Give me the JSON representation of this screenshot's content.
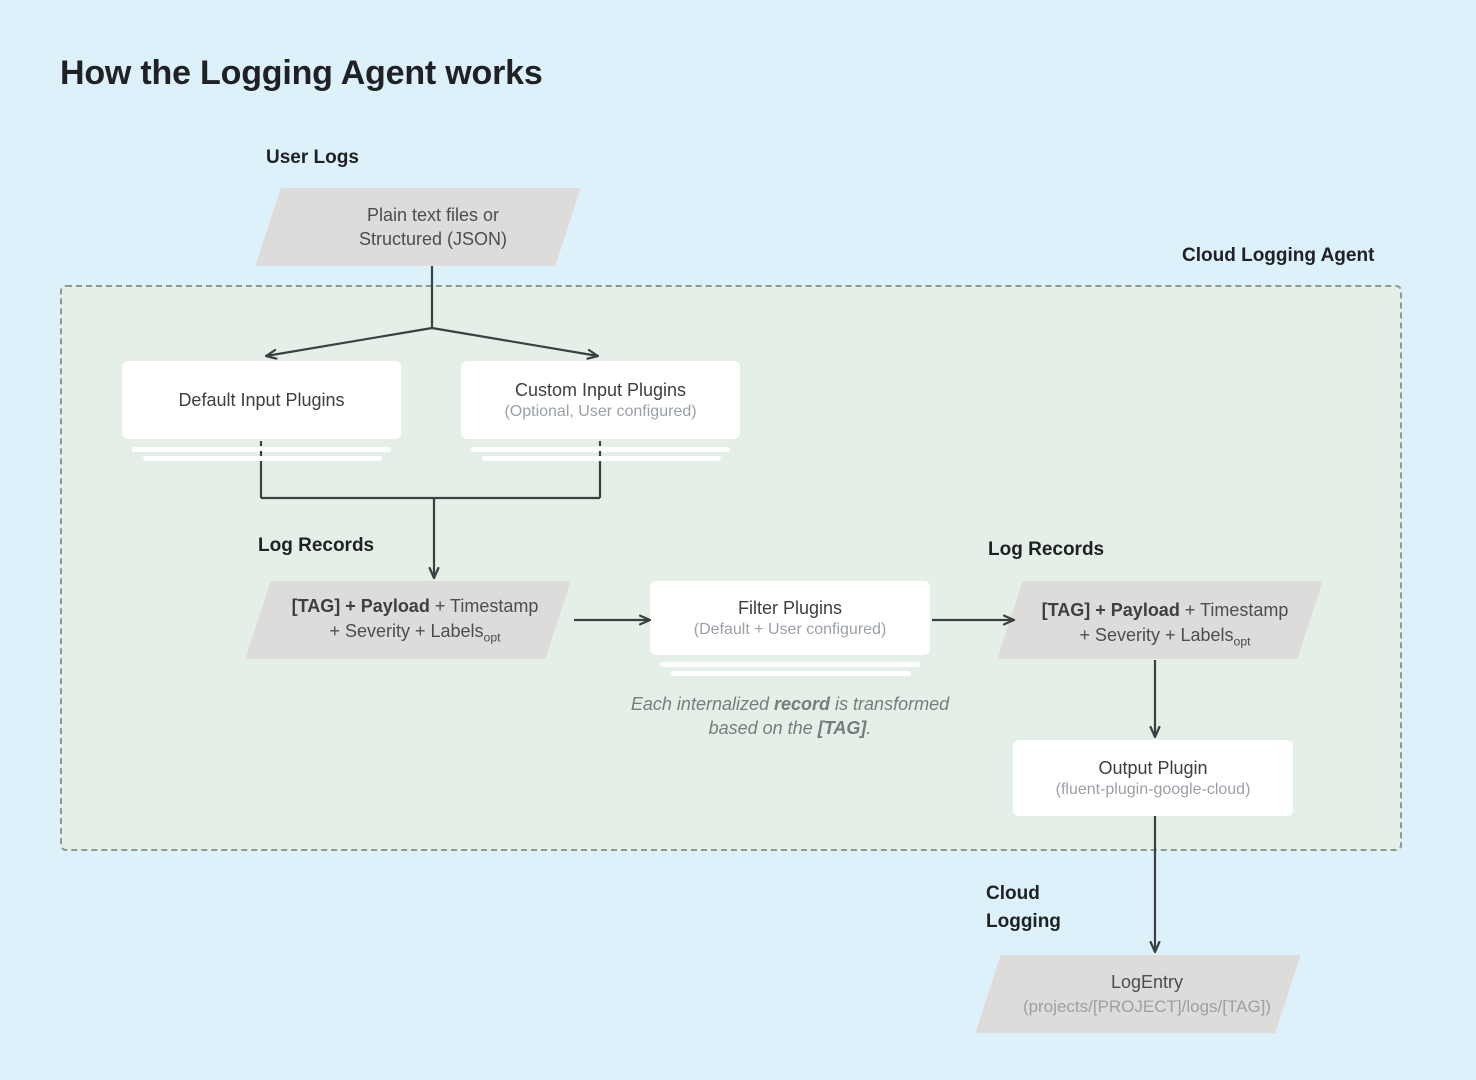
{
  "page": {
    "title": "How the Logging Agent works",
    "background_color": "#ddf1fb",
    "panel_color": "#e3efe7",
    "parallelogram_color": "#dedcdb",
    "card_color": "#ffffff",
    "stroke_color": "#3c4043"
  },
  "captions": {
    "user_logs": "User Logs",
    "cloud_logging_agent": "Cloud Logging Agent",
    "log_records_left": "Log Records",
    "log_records_right": "Log Records",
    "cloud_logging": "Cloud\nLogging"
  },
  "nodes": {
    "user_logs_source": {
      "line1": "Plain text files or",
      "line2": "Structured (JSON)"
    },
    "default_input_plugins": {
      "title": "Default Input Plugins",
      "subtitle": ""
    },
    "custom_input_plugins": {
      "title": "Custom Input Plugins",
      "subtitle": "(Optional, User configured)"
    },
    "log_record_left": {
      "bold": "[TAG] + Payload",
      "rest_line1": " + Timestamp",
      "line2_pre": "+ Severity + Labels",
      "line2_sub": "opt"
    },
    "filter_plugins": {
      "title": "Filter Plugins",
      "subtitle": "(Default + User configured)"
    },
    "log_record_right": {
      "bold": "[TAG] + Payload",
      "rest_line1": " + Timestamp",
      "line2_pre": "+ Severity + Labels",
      "line2_sub": "opt"
    },
    "output_plugin": {
      "title": "Output Plugin",
      "subtitle": "(fluent-plugin-google-cloud)"
    },
    "log_entry": {
      "title": "LogEntry",
      "subtitle": "(projects/[PROJECT]/logs/[TAG])"
    }
  },
  "notes": {
    "transform_note_line1_pre": "Each internalized ",
    "transform_note_line1_bold": "record",
    "transform_note_line1_post": " is",
    "transform_note_line2_pre": "transformed based on the ",
    "transform_note_line2_bold": "[TAG]",
    "transform_note_line2_post": "."
  }
}
